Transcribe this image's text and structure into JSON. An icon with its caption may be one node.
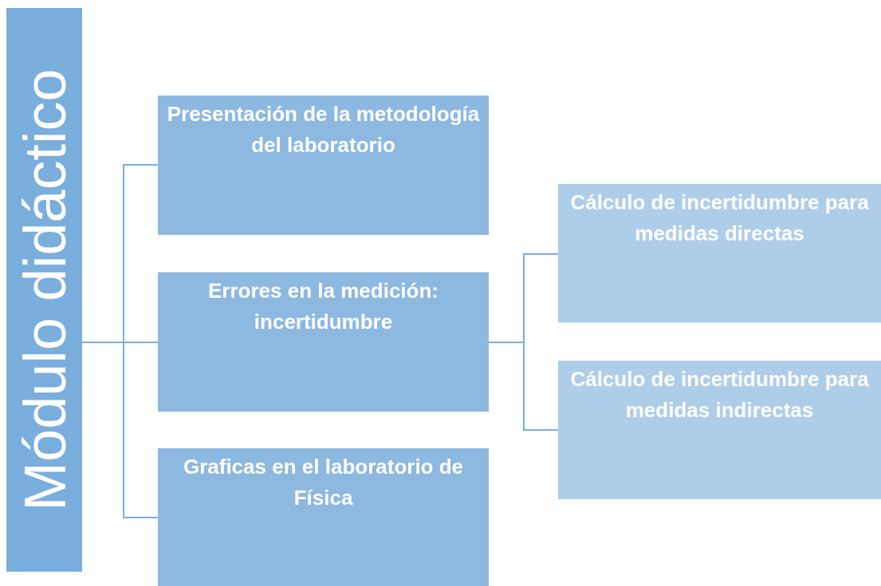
{
  "diagram": {
    "nodes": [
      {
        "text": [
          "Módulo didáctico"
        ]
      },
      {
        "text": [
          "Presentación de la metodología del laboratorio"
        ]
      },
      {
        "text": [
          "Errores en la medición: incertidumbre"
        ]
      },
      {
        "text": [
          "Graficas en el laboratorio de Física"
        ]
      },
      {
        "text": [
          "Cálculo de incertidumbre para medidas directas"
        ]
      },
      {
        "text": [
          "Cálculo de incertidumbre para medidas indirectas"
        ]
      }
    ],
    "edges": [
      {
        "from": 0,
        "to": 1,
        "arrow": "none"
      },
      {
        "from": 0,
        "to": 2,
        "arrow": "none"
      },
      {
        "from": 0,
        "to": 3,
        "arrow": "none"
      },
      {
        "from": 2,
        "to": 4,
        "arrow": "none"
      },
      {
        "from": 2,
        "to": 5,
        "arrow": "none"
      }
    ]
  }
}
